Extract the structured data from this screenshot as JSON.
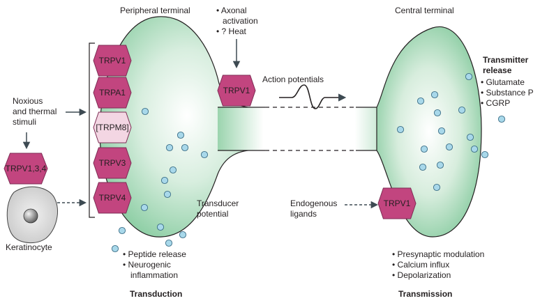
{
  "labels": {
    "peripheral_terminal": "Peripheral terminal",
    "central_terminal": "Central terminal",
    "axonal_line1": "• Axonal",
    "axonal_line2": "activation",
    "axonal_line3": "• ? Heat",
    "action_potentials": "Action potentials",
    "noxious_line1": "Noxious",
    "noxious_line2": "and thermal",
    "noxious_line3": "stimuli",
    "transducer_line1": "Transducer",
    "transducer_line2": "potential",
    "endogenous_line1": "Endogenous",
    "endogenous_line2": "ligands",
    "keratinocyte": "Keratinocyte",
    "transduction": "Transduction",
    "transmission": "Transmission",
    "transmitter_line1": "Transmitter",
    "transmitter_line2": "release"
  },
  "transmitter_items": [
    "• Glutamate",
    "• Substance P",
    "• CGRP"
  ],
  "peripheral_items": [
    "• Peptide release",
    "• Neurogenic",
    "inflammation"
  ],
  "central_items": [
    "• Presynaptic modulation",
    "• Calcium influx",
    "• Depolarization"
  ],
  "channels": {
    "stack": [
      "TRPV1",
      "TRPA1",
      "[TRPM8]",
      "TRPV3",
      "TRPV4"
    ],
    "keratinocyte": "TRPV1,3,4",
    "axon": "TRPV1",
    "central": "TRPV1"
  },
  "colors": {
    "hexagon": "#c2457f",
    "hexagon_light": "#f3d6e3",
    "terminal_green": "#8fcfa6",
    "vesicle": "#a8d8ea",
    "arrow": "#3d4a52"
  }
}
